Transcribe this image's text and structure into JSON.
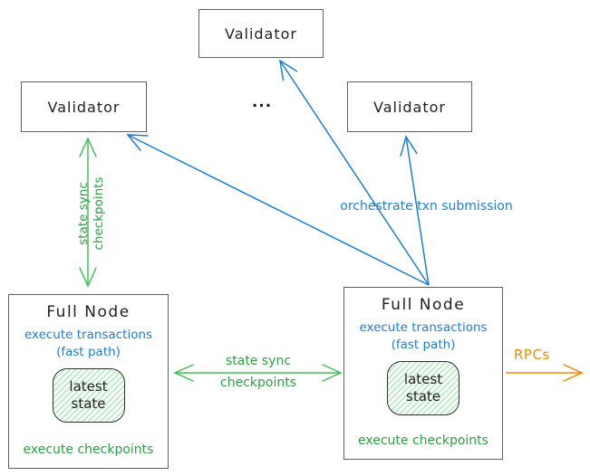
{
  "validators": {
    "top": {
      "label": "Validator"
    },
    "left": {
      "label": "Validator"
    },
    "right": {
      "label": "Validator"
    },
    "ellipsis": "..."
  },
  "full_nodes": {
    "left": {
      "title": "Full Node",
      "role_line1": "execute transactions",
      "role_line2": "(fast path)",
      "state_word1": "latest",
      "state_word2": "state",
      "footer": "execute checkpoints"
    },
    "right": {
      "title": "Full Node",
      "role_line1": "execute transactions",
      "role_line2": "(fast path)",
      "state_word1": "latest",
      "state_word2": "state",
      "footer": "execute checkpoints"
    }
  },
  "edges": {
    "validator_fullnode_sync": {
      "line1": "state sync",
      "line2": "checkpoints"
    },
    "fullnode_fullnode_sync": {
      "line1": "state sync",
      "line2": "checkpoints"
    },
    "orchestrate": {
      "label": "orchestrate txn submission"
    },
    "rpcs": {
      "label": "RPCs"
    }
  },
  "colors": {
    "blue": "#1c7ed6",
    "green_text": "#2f9e44",
    "green_arrow": "#40c057",
    "orange": "#f08c00",
    "box_border": "#5c6166",
    "state_box_border": "#2e2e2e",
    "state_box_hatch": "#b2e6bc",
    "ink": "#1f1f1f"
  }
}
